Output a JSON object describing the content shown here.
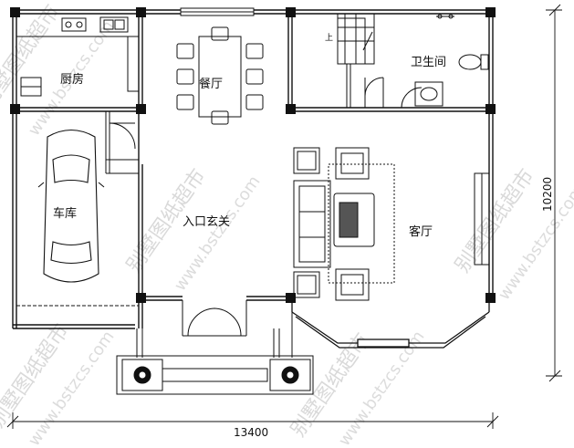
{
  "rooms": {
    "kitchen": "厨房",
    "dining": "餐厅",
    "bathroom": "卫生间",
    "garage": "车库",
    "entrance": "入口玄关",
    "living": "客厅"
  },
  "dimensions": {
    "width": "13400",
    "depth": "10200"
  },
  "stair": {
    "up": "上"
  },
  "watermark": {
    "brand": "别墅图纸超市",
    "site": "www.bstzcs.com"
  }
}
